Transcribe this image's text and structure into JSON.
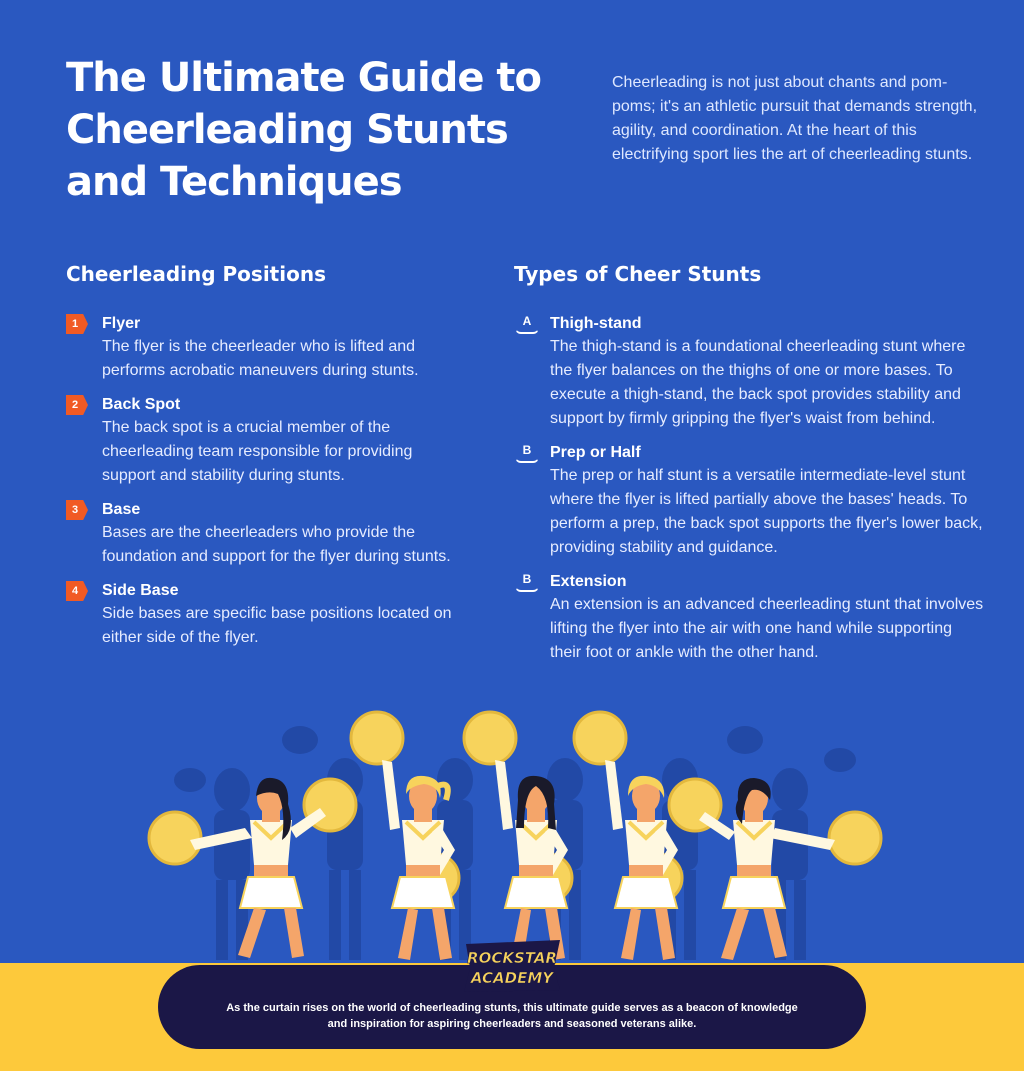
{
  "header": {
    "title": "The Ultimate Guide to Cheerleading Stunts and Techniques",
    "intro": "Cheerleading is not just about chants and pom-poms; it's an athletic pursuit that demands strength, agility, and coordination. At the heart of this electrifying sport lies the art of cheerleading stunts."
  },
  "positions": {
    "heading": "Cheerleading Positions",
    "items": [
      {
        "num": "1",
        "title": "Flyer",
        "desc": "The flyer is the cheerleader who is lifted and performs acrobatic maneuvers during stunts."
      },
      {
        "num": "2",
        "title": "Back Spot",
        "desc": "The back spot is a crucial member of the cheerleading team responsible for providing support and stability during stunts."
      },
      {
        "num": "3",
        "title": "Base",
        "desc": "Bases are the cheerleaders who provide the foundation and support for the flyer during stunts."
      },
      {
        "num": "4",
        "title": "Side Base",
        "desc": "Side bases are specific base positions located on either side of the flyer."
      }
    ]
  },
  "stunts": {
    "heading": "Types of Cheer Stunts",
    "items": [
      {
        "letter": "A",
        "title": "Thigh-stand",
        "desc": "The thigh-stand is a foundational cheerleading stunt where the flyer balances on the thighs of one or more bases. To execute a thigh-stand, the back spot provides stability and support by firmly gripping the flyer's waist from behind."
      },
      {
        "letter": "B",
        "title": "Prep or Half",
        "desc": "The prep or half stunt is a versatile intermediate-level stunt where the flyer is lifted partially above the bases' heads. To perform a prep, the back spot supports the flyer's lower back, providing stability and guidance."
      },
      {
        "letter": "B",
        "title": "Extension",
        "desc": "An extension is an advanced cheerleading stunt that involves lifting the flyer into the air with one hand while supporting their foot or ankle with the other hand."
      }
    ]
  },
  "logo": {
    "line1": "ROCKSTAR",
    "line2": "ACADEMY"
  },
  "footer": {
    "text": "As the curtain rises on the world of cheerleading stunts, this ultimate guide serves as a beacon of knowledge and inspiration for aspiring cheerleaders and seasoned veterans alike."
  },
  "colors": {
    "background": "#2a58c0",
    "accent_orange": "#f15a24",
    "ground_yellow": "#fdc93b",
    "pill_navy": "#1b1747",
    "pompom_yellow": "#f7d35c"
  }
}
